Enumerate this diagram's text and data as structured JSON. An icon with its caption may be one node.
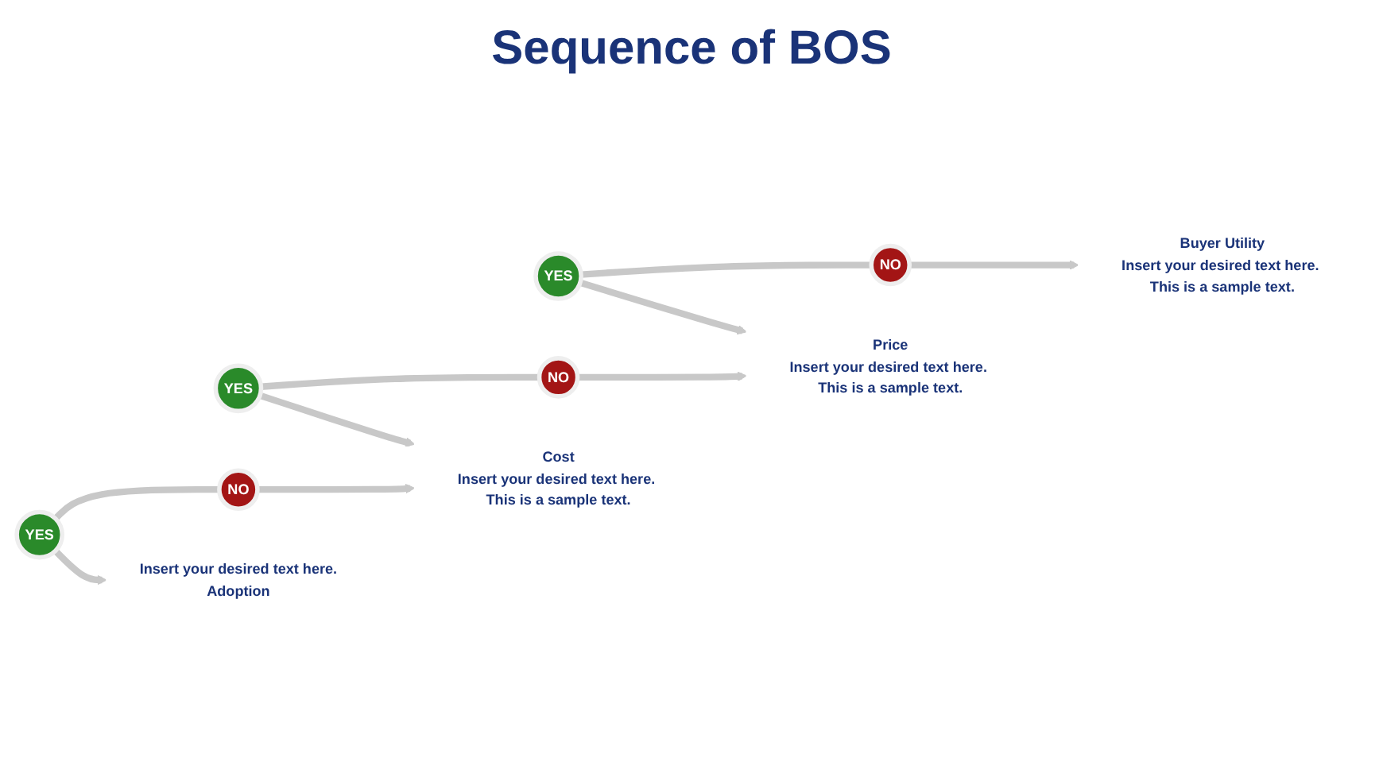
{
  "diagram": {
    "title": "Sequence of BOS",
    "nodes": [
      {
        "text": [
          "Buyer Utility",
          "Insert your desired text here. This is a sample text."
        ]
      },
      {
        "text": [
          "YES"
        ]
      },
      {
        "text": [
          "NO"
        ]
      },
      {
        "text": [
          "Price",
          "Insert your desired text here. This is a sample text."
        ]
      },
      {
        "text": [
          "YES"
        ]
      },
      {
        "text": [
          "NO"
        ]
      },
      {
        "text": [
          "Cost",
          "Insert your desired text here. This is a sample text."
        ]
      },
      {
        "text": [
          "YES"
        ]
      },
      {
        "text": [
          "NO"
        ]
      },
      {
        "text": [
          "Insert your desired text here.",
          "Adoption"
        ]
      }
    ],
    "edges": [
      {
        "from": 1,
        "to": 2,
        "arrow": "none"
      },
      {
        "from": 2,
        "to": 0,
        "arrow": "to"
      },
      {
        "from": 1,
        "to": 3,
        "arrow": "to"
      },
      {
        "from": 4,
        "to": 5,
        "arrow": "none"
      },
      {
        "from": 5,
        "to": 3,
        "arrow": "to"
      },
      {
        "from": 4,
        "to": 6,
        "arrow": "to"
      },
      {
        "from": 7,
        "to": 8,
        "arrow": "none"
      },
      {
        "from": 8,
        "to": 6,
        "arrow": "to"
      },
      {
        "from": 7,
        "to": 9,
        "arrow": "to"
      }
    ]
  }
}
